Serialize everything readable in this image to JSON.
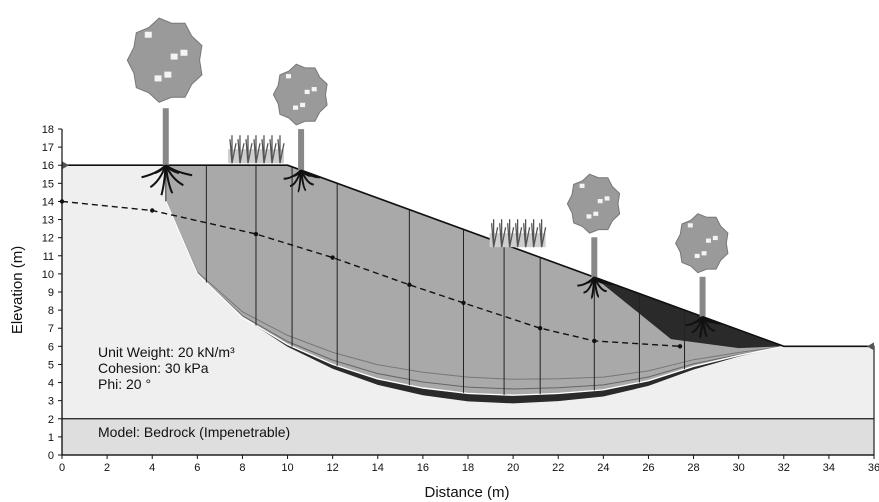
{
  "diagram": {
    "x_axis": {
      "label": "Distance (m)",
      "ticks": [
        "0",
        "2",
        "4",
        "6",
        "8",
        "10",
        "12",
        "14",
        "16",
        "18",
        "20",
        "22",
        "24",
        "26",
        "28",
        "30",
        "32",
        "34",
        "36"
      ]
    },
    "y_axis": {
      "label": "Elevation (m)",
      "ticks": [
        "0",
        "1",
        "2",
        "3",
        "4",
        "5",
        "6",
        "7",
        "8",
        "9",
        "10",
        "11",
        "12",
        "13",
        "14",
        "15",
        "16",
        "17",
        "18"
      ]
    },
    "material": {
      "unit_weight": "Unit Weight: 20 kN/m³",
      "cohesion": "Cohesion: 30 kPa",
      "phi": "Phi: 20 °"
    },
    "bedrock_label": "Model: Bedrock (Impenetrable)",
    "colors": {
      "soil": "#efefef",
      "bedrock": "#dedede",
      "slip_mass": "#a9a9a9",
      "dark_band": "#2a2a2a",
      "canopy": "#9a9a9a",
      "trunk": "#888888",
      "roots": "#111111"
    },
    "icons": [
      "tree-icon",
      "grass-tuft-icon",
      "root-system-icon"
    ]
  },
  "chart_data": {
    "type": "diagram",
    "xlabel": "Distance (m)",
    "ylabel": "Elevation (m)",
    "xlim": [
      0,
      36
    ],
    "ylim": [
      0,
      18
    ],
    "ground_surface": [
      [
        0,
        16
      ],
      [
        10,
        16
      ],
      [
        32,
        6
      ],
      [
        36,
        6
      ]
    ],
    "bedrock_top": 2,
    "water_table": [
      [
        0,
        14
      ],
      [
        4,
        13.5
      ],
      [
        8.6,
        12.2
      ],
      [
        12,
        10.9
      ],
      [
        15.4,
        9.4
      ],
      [
        17.8,
        8.4
      ],
      [
        21.2,
        7.0
      ],
      [
        23.6,
        6.3
      ],
      [
        27.4,
        6.0
      ]
    ],
    "slip_surface": [
      [
        4.6,
        14.0
      ],
      [
        6,
        10
      ],
      [
        8,
        7.6
      ],
      [
        10,
        6.1
      ],
      [
        12,
        5.0
      ],
      [
        14,
        4.2
      ],
      [
        16,
        3.7
      ],
      [
        18,
        3.4
      ],
      [
        20,
        3.3
      ],
      [
        22,
        3.4
      ],
      [
        24,
        3.6
      ],
      [
        26,
        4.1
      ],
      [
        28,
        4.9
      ],
      [
        30,
        5.5
      ],
      [
        32,
        6.0
      ]
    ],
    "slices_x": [
      6.4,
      8.6,
      10.2,
      12.2,
      15.4,
      17.8,
      19.6,
      21.2,
      23.6,
      25.6,
      27.6
    ],
    "trees_x": [
      4.6,
      10.6,
      23.6,
      28.4
    ],
    "grass_x": [
      8.6,
      20.2
    ]
  }
}
